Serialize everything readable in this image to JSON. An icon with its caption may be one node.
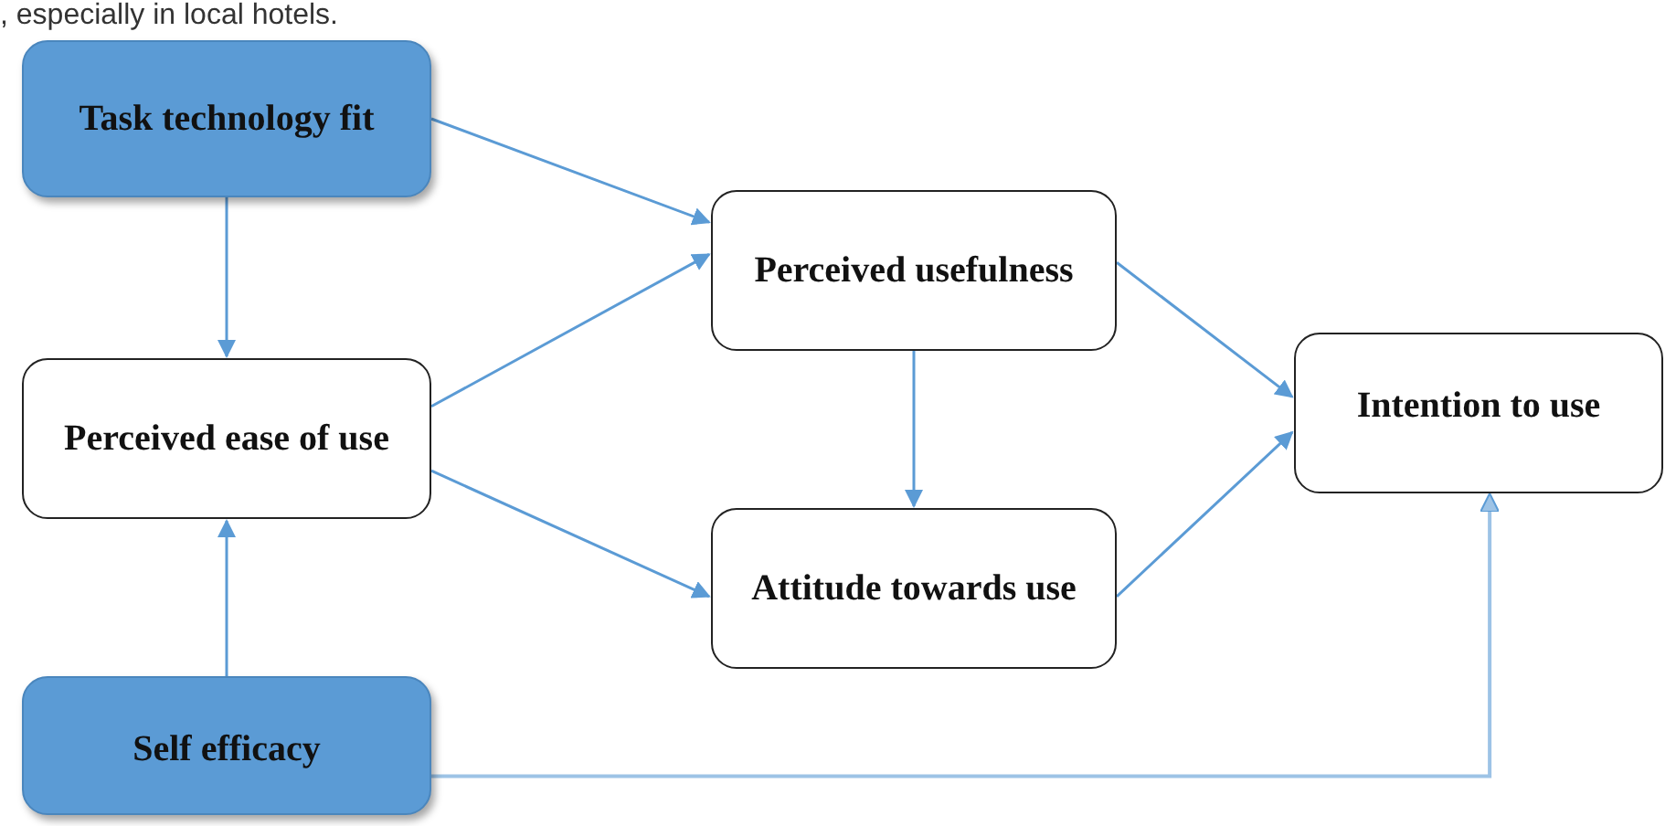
{
  "diagram": {
    "nodes": [
      {
        "text": [
          "Task technology fit"
        ]
      },
      {
        "text": [
          "Perceived ease of use"
        ]
      },
      {
        "text": [
          "Perceived usefulness"
        ]
      },
      {
        "text": [
          "Attitude towards use"
        ]
      },
      {
        "text": [
          "Intention to use"
        ]
      },
      {
        "text": [
          "Self efficacy"
        ]
      }
    ],
    "edges": [
      {
        "from": 0,
        "to": 2,
        "arrow": "to"
      },
      {
        "from": 0,
        "to": 1,
        "arrow": "to"
      },
      {
        "from": 1,
        "to": 2,
        "arrow": "to"
      },
      {
        "from": 1,
        "to": 3,
        "arrow": "to"
      },
      {
        "from": 2,
        "to": 3,
        "arrow": "to"
      },
      {
        "from": 2,
        "to": 4,
        "arrow": "to"
      },
      {
        "from": 3,
        "to": 4,
        "arrow": "to"
      },
      {
        "from": 5,
        "to": 1,
        "arrow": "to"
      },
      {
        "from": 5,
        "to": 4,
        "arrow": "to",
        "color": "#9dc3e6"
      }
    ],
    "labels": [
      ", especially in local hotels."
    ]
  }
}
